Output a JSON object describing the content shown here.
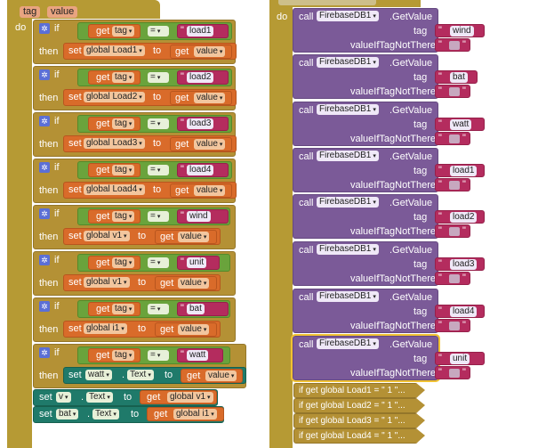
{
  "left": {
    "params": [
      "tag",
      "value"
    ],
    "do_label": "do",
    "if_label": "if",
    "then_label": "then",
    "get_label": "get",
    "set_label": "set",
    "to_label": "to",
    "eq_label": "=",
    "rows": [
      {
        "tag_text": "load1",
        "set_target": "global Load1",
        "value_name": "value"
      },
      {
        "tag_text": "load2",
        "set_target": "global Load2",
        "value_name": "value"
      },
      {
        "tag_text": "load3",
        "set_target": "global Load3",
        "value_name": "value"
      },
      {
        "tag_text": "load4",
        "set_target": "global Load4",
        "value_name": "value"
      },
      {
        "tag_text": "wind",
        "set_target": "global v1",
        "value_name": "value"
      },
      {
        "tag_text": "unit",
        "set_target": "global v1",
        "value_name": "value"
      },
      {
        "tag_text": "bat",
        "set_target": "global i1",
        "value_name": "value"
      },
      {
        "tag_text": "watt",
        "set_target": "watt",
        "set_prop": "Text",
        "value_name": "value"
      }
    ],
    "bottom": [
      {
        "component": "v",
        "prop": "Text",
        "source": "global v1"
      },
      {
        "component": "bat",
        "prop": "Text",
        "source": "global i1"
      }
    ]
  },
  "right": {
    "do_label": "do",
    "call_label": "call",
    "component": "FirebaseDB1",
    "method": ".GetValue",
    "tag_label": "tag",
    "default_label": "valueIfTagNotThere",
    "calls": [
      "wind",
      "bat",
      "watt",
      "load1",
      "load2",
      "load3",
      "load4",
      "unit"
    ],
    "collapsed": [
      "if get global Load1 = \" 1 \"...",
      "if get global Load2 = \" 1 \"...",
      "if get global Load3 = \" 1 \"...",
      "if get global Load4 = \" 1 \"..."
    ]
  },
  "colors": {
    "control": "#b49135",
    "logic": "#6aa33c",
    "variable": "#d96b2a",
    "component": "#1f7a6a",
    "method": "#7b5a98",
    "text": "#b42c5e"
  }
}
